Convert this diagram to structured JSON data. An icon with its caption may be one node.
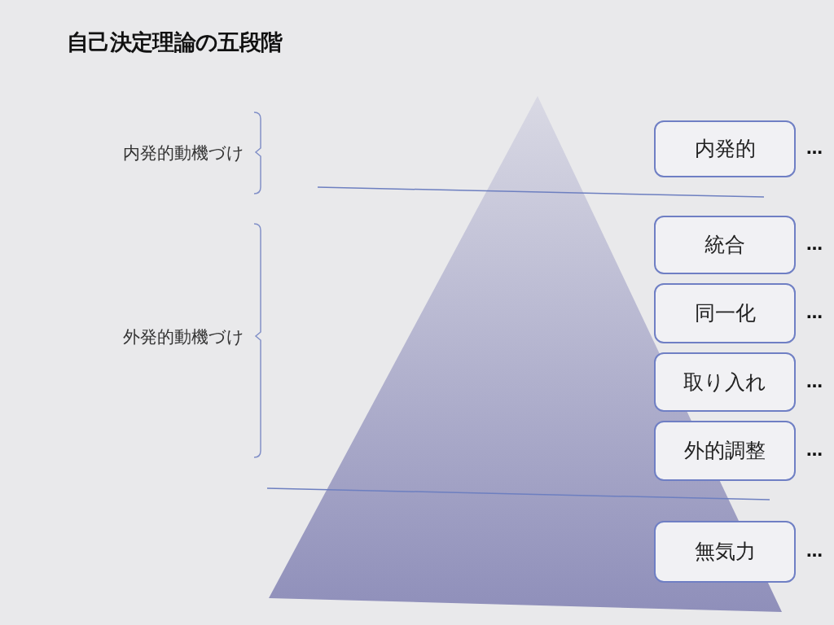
{
  "diagram": {
    "title": "自己決定理論の五段階",
    "nodes": [
      {
        "text": [
          "内発的"
        ],
        "beside": [
          "…"
        ]
      },
      {
        "text": [
          "統合"
        ],
        "beside": [
          "…"
        ]
      },
      {
        "text": [
          "同一化"
        ],
        "beside": [
          "…"
        ]
      },
      {
        "text": [
          "取り入れ"
        ],
        "beside": [
          "…"
        ]
      },
      {
        "text": [
          "外的調整"
        ],
        "beside": [
          "…"
        ]
      },
      {
        "text": [
          "無気力"
        ],
        "beside": [
          "…"
        ]
      }
    ],
    "labels": [
      "内発的動機づけ",
      "外発的動機づけ"
    ]
  }
}
